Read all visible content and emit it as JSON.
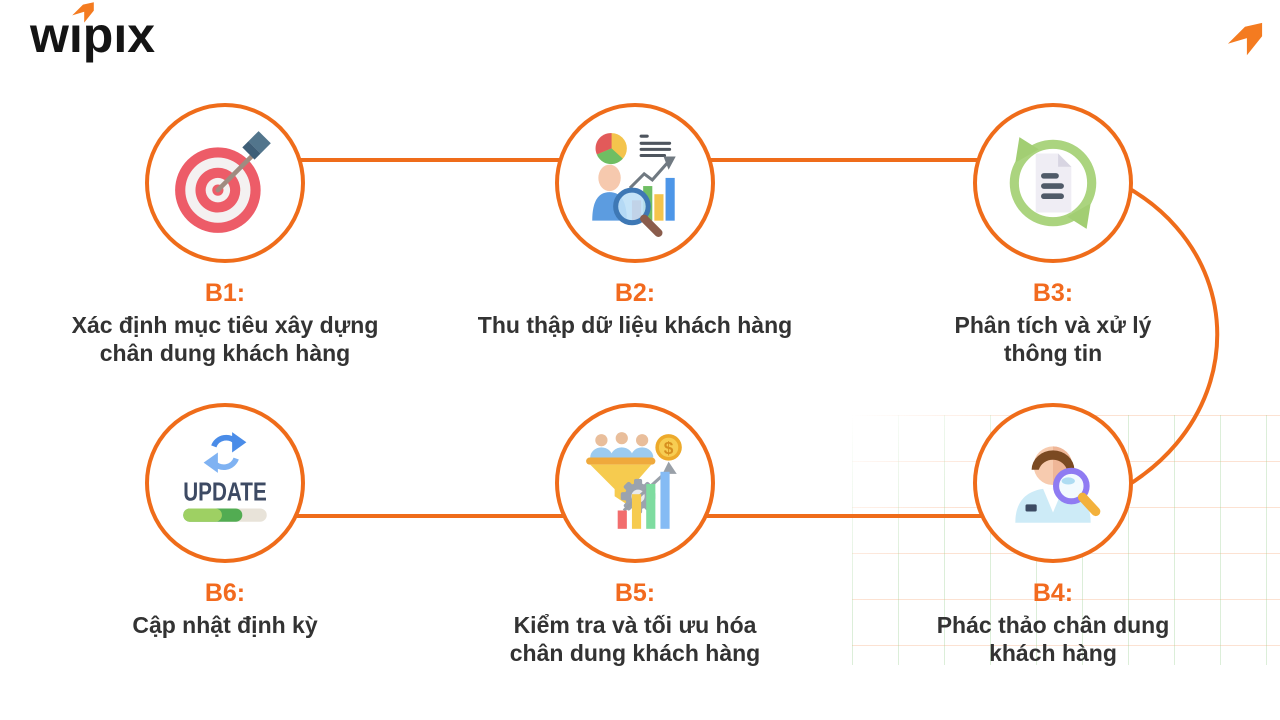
{
  "brand": {
    "logo_text": "wıpıx",
    "accent": "#F26A1E"
  },
  "colors": {
    "connector": "#EF6C1A",
    "step_id": "#F26A1E",
    "step_text": "#333333"
  },
  "steps": [
    {
      "id": "B1:",
      "text": "Xác định mục tiêu xây dựng\nchân dung khách hàng",
      "icon": "target-dart"
    },
    {
      "id": "B2:",
      "text": "Thu thập dữ liệu khách hàng",
      "icon": "customer-data-research"
    },
    {
      "id": "B3:",
      "text": "Phân tích và xử lý\nthông tin",
      "icon": "document-process-cycle"
    },
    {
      "id": "B4:",
      "text": "Phác thảo chân dung\nkhách hàng",
      "icon": "persona-magnifier"
    },
    {
      "id": "B5:",
      "text": "Kiểm tra và tối ưu hóa\nchân dung khách hàng",
      "icon": "funnel-optimization",
      "coin_symbol": "$"
    },
    {
      "id": "B6:",
      "text": "Cập nhật định kỳ",
      "icon": "update-progress",
      "icon_text": "UPDATE"
    }
  ]
}
